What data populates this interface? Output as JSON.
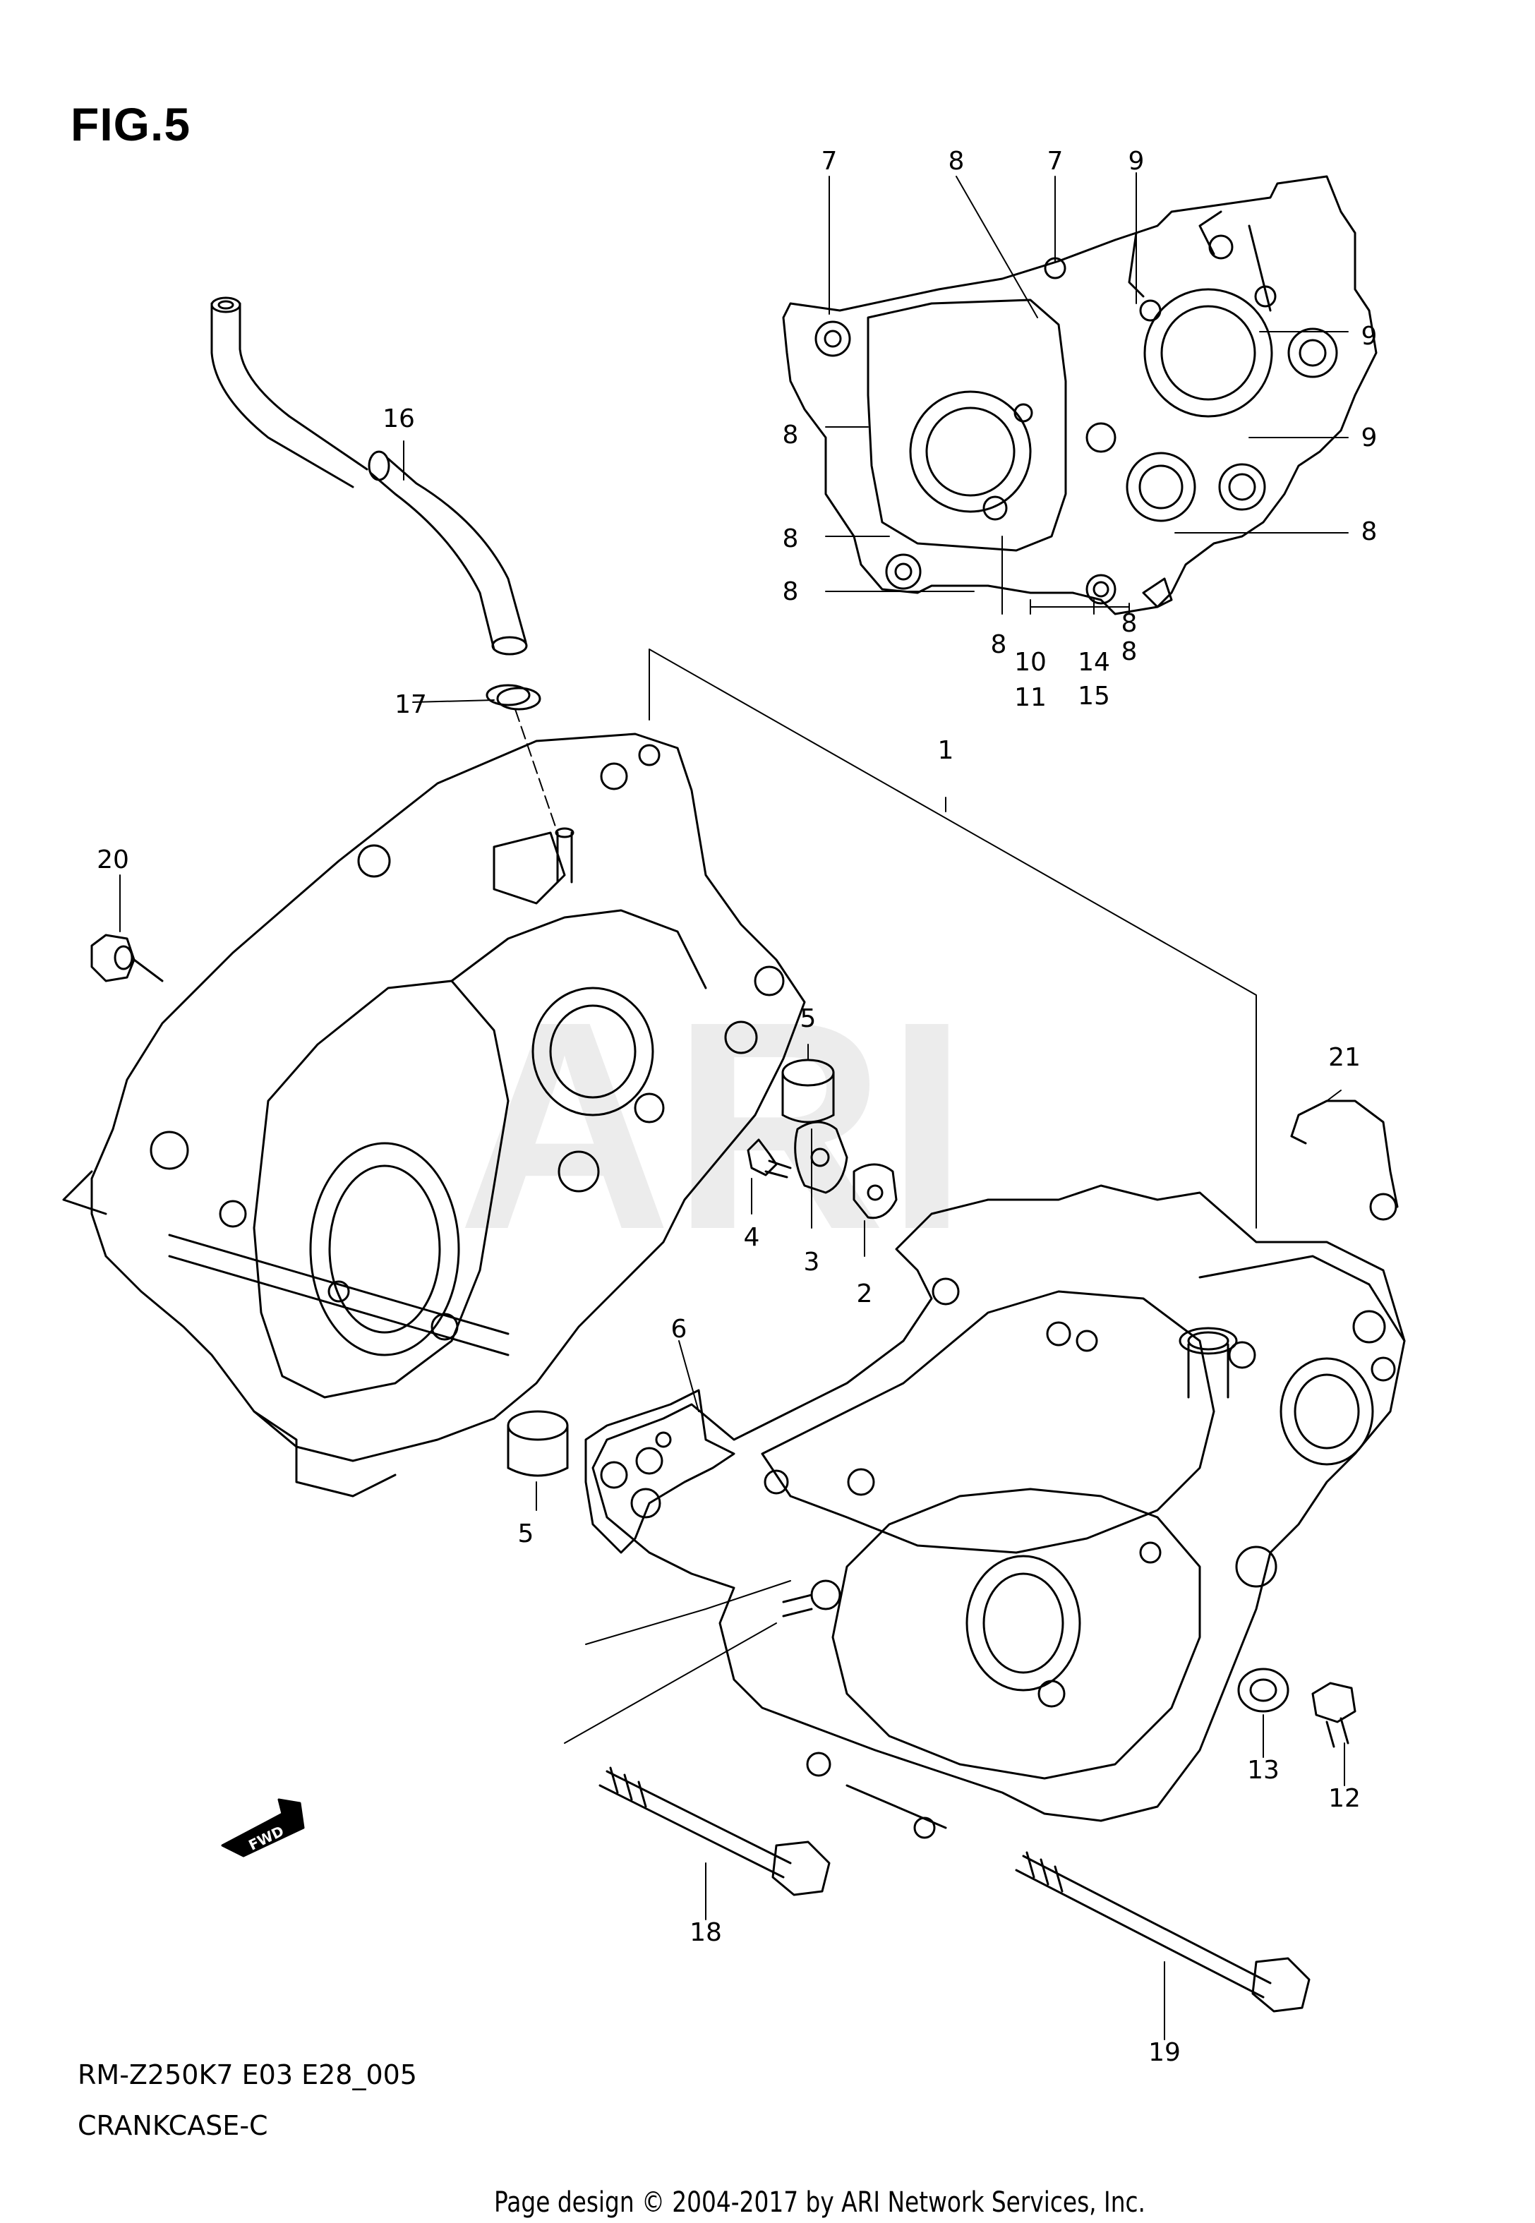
{
  "figure": {
    "title": "FIG.5",
    "model_code": "RM-Z250K7 E03 E28_005",
    "section_name": "CRANKCASE-C",
    "copyright": "Page design © 2004-2017 by ARI Network Services, Inc.",
    "watermark": "ARI",
    "fwd_arrow_label": "FWD"
  },
  "callouts": [
    "1",
    "2",
    "3",
    "4",
    "5",
    "5",
    "6",
    "7",
    "7",
    "8",
    "8",
    "8",
    "8",
    "8",
    "8",
    "8",
    "8",
    "9",
    "9",
    "9",
    "10",
    "11",
    "12",
    "13",
    "14",
    "15",
    "16",
    "17",
    "18",
    "19",
    "20",
    "21"
  ],
  "colors": {
    "line": "#000000",
    "watermark": "#ececec",
    "background": "#ffffff"
  }
}
